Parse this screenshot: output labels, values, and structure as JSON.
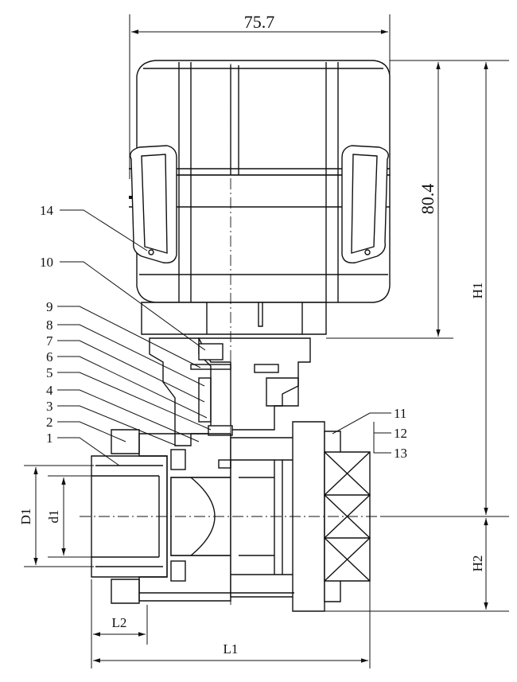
{
  "dimensions": {
    "width_top": "75.7",
    "height_actuator": "80.4",
    "H1": "H1",
    "H2": "H2",
    "D1": "D1",
    "d1": "d1",
    "L1": "L1",
    "L2": "L2"
  },
  "parts": [
    "1",
    "2",
    "3",
    "4",
    "5",
    "6",
    "7",
    "8",
    "9",
    "10",
    "11",
    "12",
    "13",
    "14"
  ]
}
